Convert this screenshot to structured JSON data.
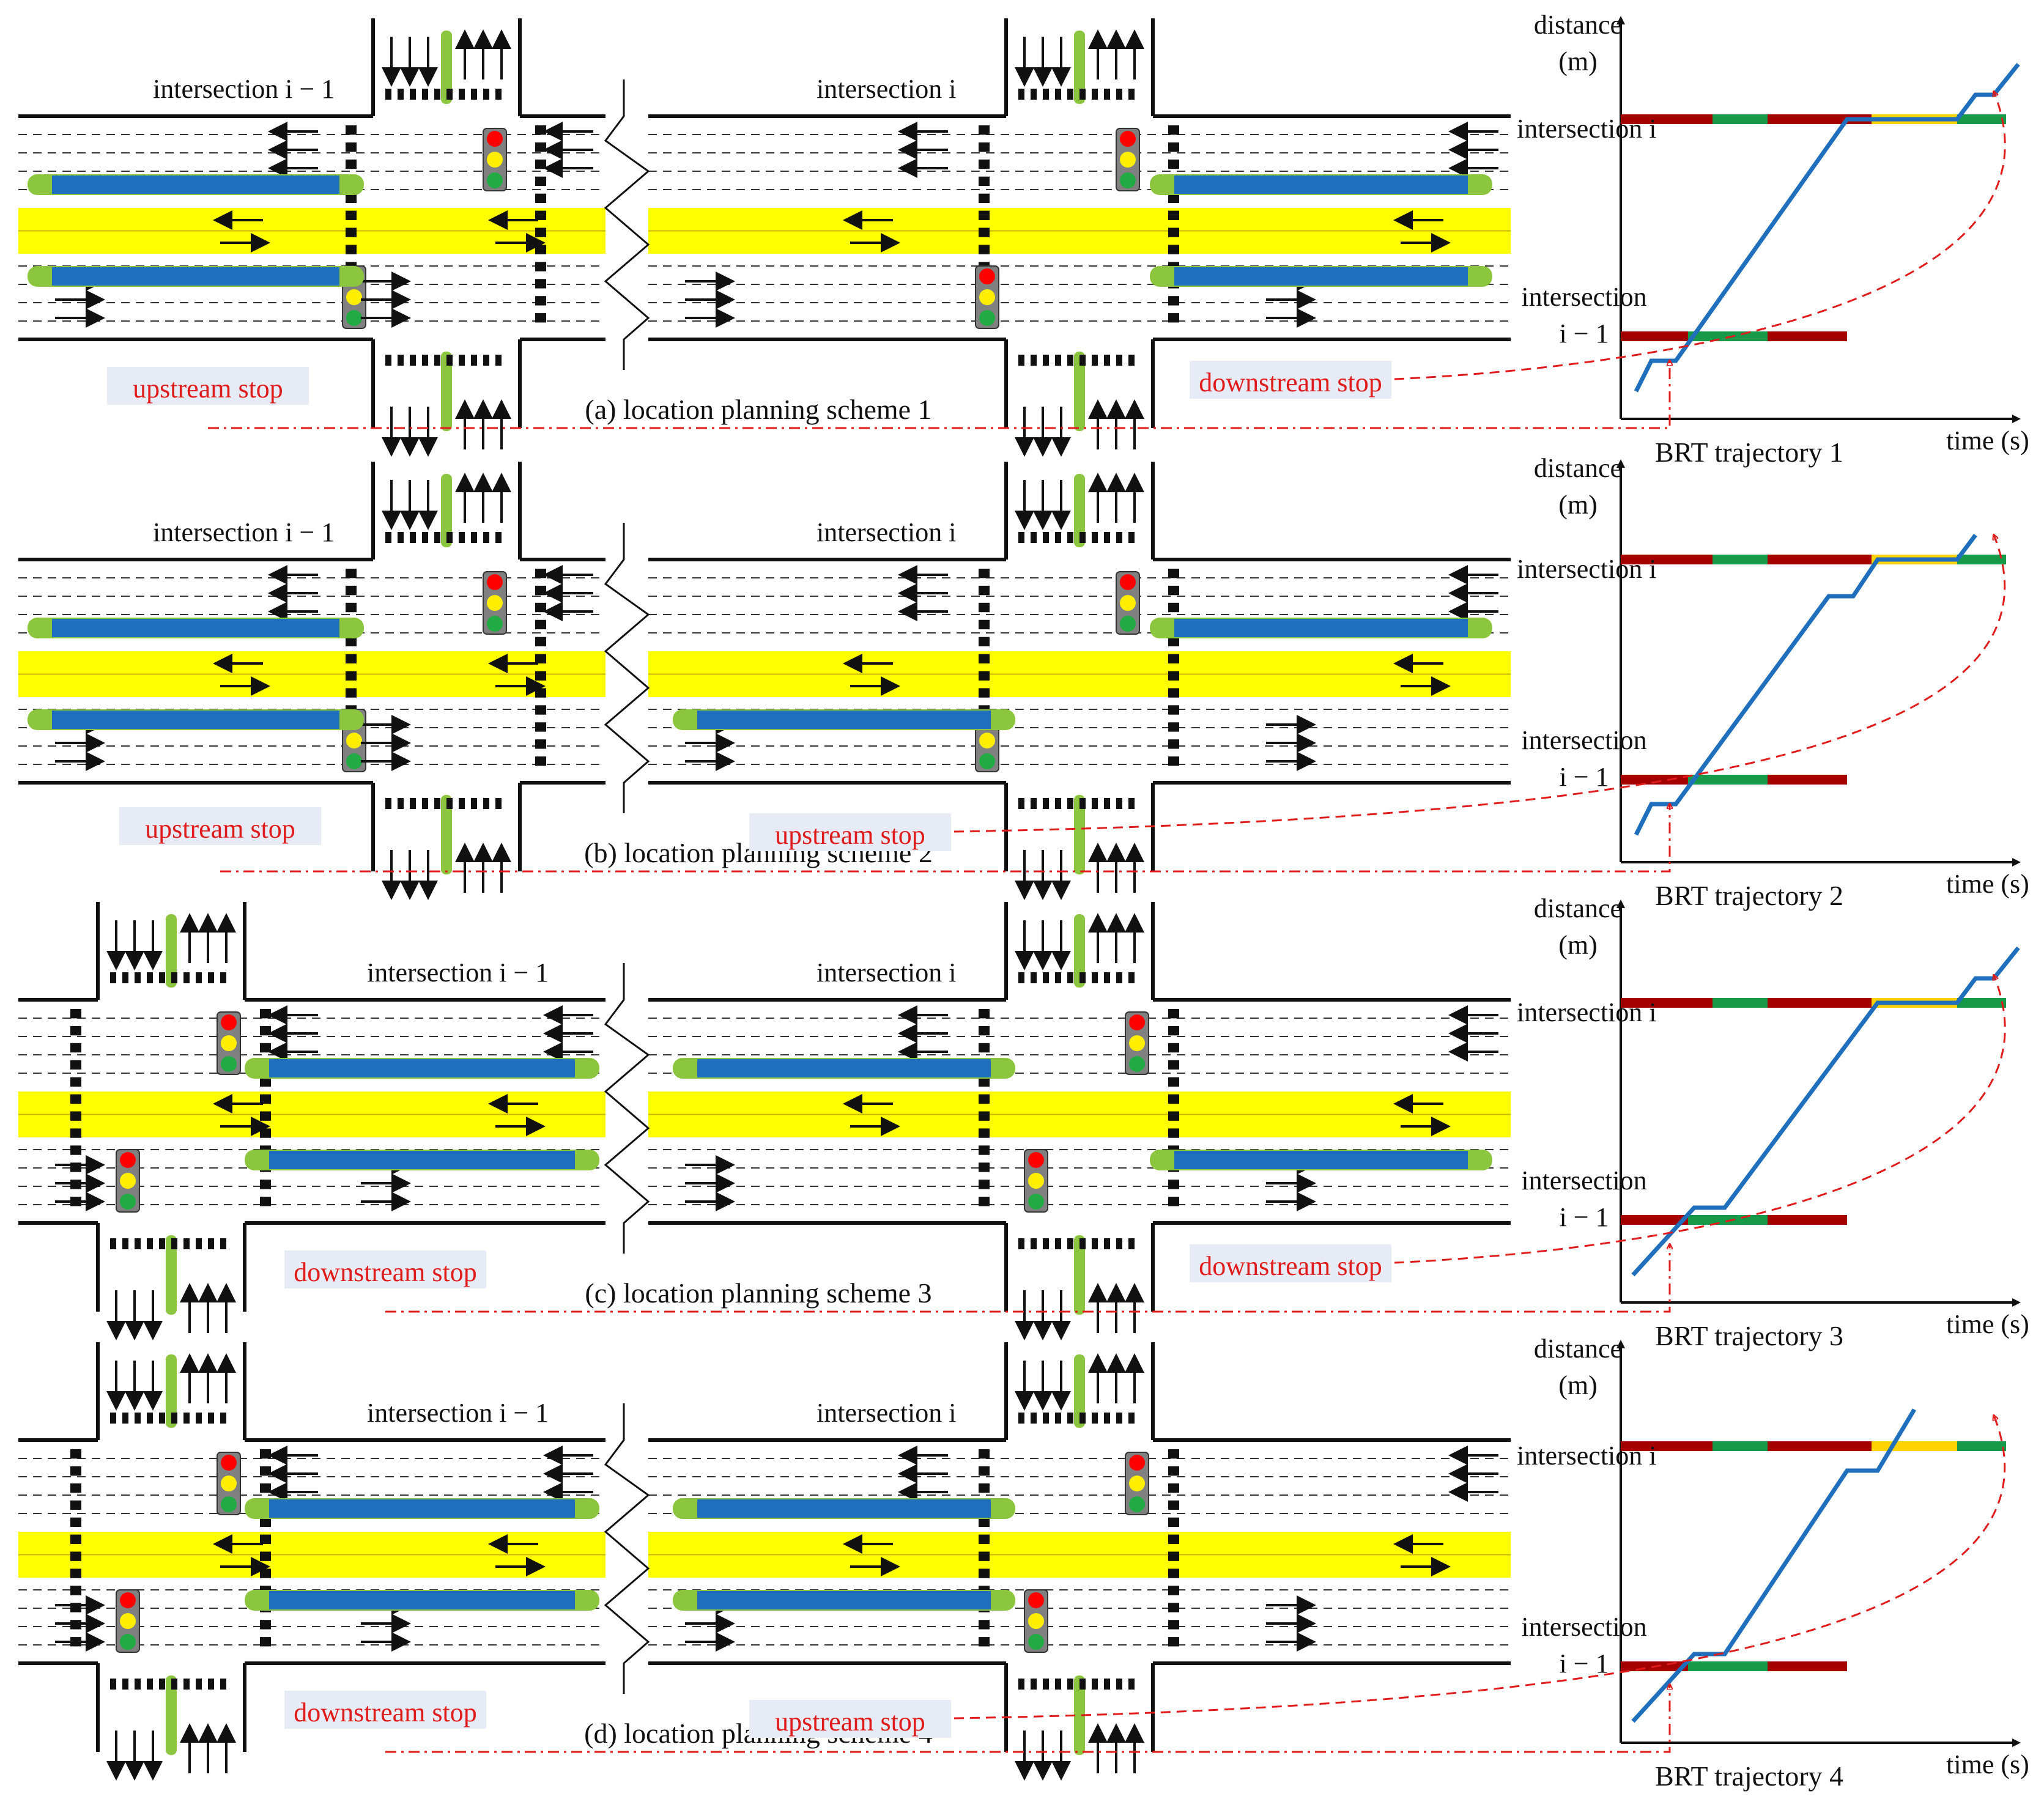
{
  "colors": {
    "bus_lane": "#ffff00",
    "platform": "#1f6fbd",
    "platform_edge": "#8cc63f",
    "road_line": "#111111",
    "red_phase": "#a50000",
    "green_phase": "#17994a",
    "yellow_phase": "#ffd200",
    "trajectory": "#1f6fbd",
    "annotation": "#e01b1b",
    "stop_label_bg": "#e6ebf5",
    "signal_red": "#ff0000",
    "signal_yellow": "#ffee00",
    "signal_green": "#22aa44"
  },
  "icons": [
    "traffic-signal-icon",
    "lane-arrow-icon"
  ],
  "panels": [
    {
      "id": "a",
      "caption": "(a) location planning scheme 1",
      "left_intersection": "intersection  i − 1",
      "right_intersection": "intersection  i",
      "stop_labels": [
        "upstream stop",
        "downstream stop"
      ],
      "plot": {
        "ylabel_1": "distance",
        "ylabel_2": "(m)",
        "xlabel": "time (s)",
        "title": "BRT trajectory 1",
        "upper_label": "intersection  i",
        "lower_label_1": "intersection",
        "lower_label_2": "i − 1"
      }
    },
    {
      "id": "b",
      "caption": "(b) location planning scheme 2",
      "left_intersection": "intersection  i − 1",
      "right_intersection": "intersection  i",
      "stop_labels": [
        "upstream stop",
        "upstream stop"
      ],
      "plot": {
        "ylabel_1": "distance",
        "ylabel_2": "(m)",
        "xlabel": "time (s)",
        "title": "BRT trajectory 2",
        "upper_label": "intersection  i",
        "lower_label_1": "intersection",
        "lower_label_2": "i − 1"
      }
    },
    {
      "id": "c",
      "caption": "(c) location planning scheme 3",
      "left_intersection": "intersection  i − 1",
      "right_intersection": "intersection  i",
      "stop_labels": [
        "downstream stop",
        "downstream stop"
      ],
      "plot": {
        "ylabel_1": "distance",
        "ylabel_2": "(m)",
        "xlabel": "time (s)",
        "title": "BRT trajectory 3",
        "upper_label": "intersection  i",
        "lower_label_1": "intersection",
        "lower_label_2": "i − 1"
      }
    },
    {
      "id": "d",
      "caption": "(d) location planning scheme 4",
      "left_intersection": "intersection  i − 1",
      "right_intersection": "intersection  i",
      "stop_labels": [
        "downstream stop",
        "upstream stop"
      ],
      "plot": {
        "ylabel_1": "distance",
        "ylabel_2": "(m)",
        "xlabel": "time (s)",
        "title": "BRT trajectory 4",
        "upper_label": "intersection  i",
        "lower_label_1": "intersection",
        "lower_label_2": "i − 1"
      }
    }
  ]
}
